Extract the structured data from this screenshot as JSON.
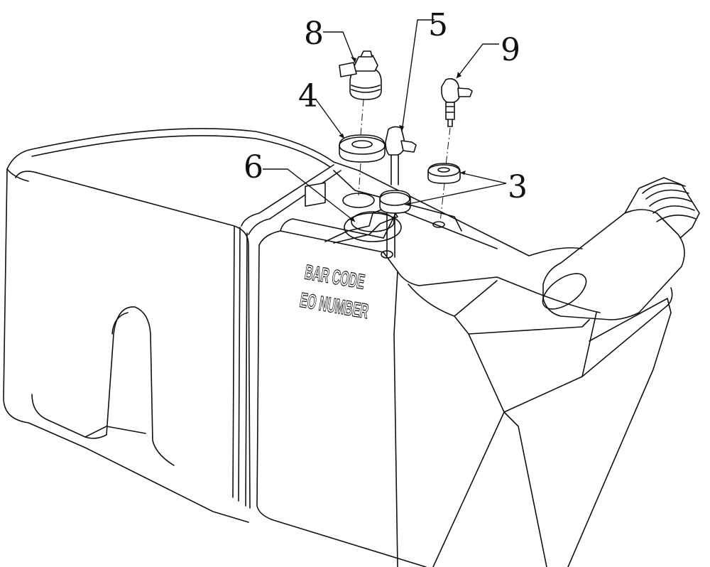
{
  "callouts": [
    {
      "id": "8",
      "label": "8"
    },
    {
      "id": "5",
      "label": "5"
    },
    {
      "id": "9",
      "label": "9"
    },
    {
      "id": "4",
      "label": "4"
    },
    {
      "id": "6",
      "label": "6"
    },
    {
      "id": "3",
      "label": "3"
    }
  ],
  "tank_markings": {
    "line1": "BAR CODE",
    "line2": "EO NUMBER"
  }
}
